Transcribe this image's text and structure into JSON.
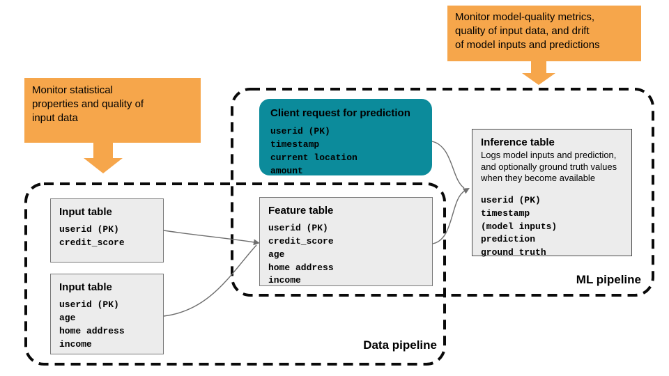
{
  "callouts": {
    "statistical": {
      "lines": [
        "Monitor statistical",
        "properties and quality of",
        "input data"
      ]
    },
    "model_quality": {
      "lines": [
        "Monitor model-quality metrics,",
        "quality of input data, and drift",
        "of model inputs and predictions"
      ]
    }
  },
  "pipelines": {
    "data_pipeline": {
      "label": "Data pipeline"
    },
    "ml_pipeline": {
      "label": "ML pipeline"
    }
  },
  "tables": {
    "input_table_1": {
      "title": "Input table",
      "fields": [
        "userid (PK)",
        "credit_score"
      ]
    },
    "input_table_2": {
      "title": "Input table",
      "fields": [
        "userid (PK)",
        "age",
        "home address",
        "income"
      ]
    },
    "feature_table": {
      "title": "Feature table",
      "fields": [
        "userid (PK)",
        "credit_score",
        "age",
        "home address",
        "income"
      ]
    },
    "client_request": {
      "title": "Client request for prediction",
      "fields": [
        "userid (PK)",
        "timestamp",
        "current location",
        "amount"
      ]
    },
    "inference_table": {
      "title": "Inference table",
      "description": "Logs model inputs and prediction, and optionally ground truth values when they become available",
      "fields": [
        "userid (PK)",
        "timestamp",
        "(model inputs)",
        "prediction",
        "ground truth"
      ]
    }
  },
  "colors": {
    "callout_orange": "#F6A64B",
    "client_teal": "#0C8B9B",
    "table_gray": "#ECECEC",
    "arrow_gray": "#6E6E6E",
    "dash_black": "#0A0A0A"
  }
}
